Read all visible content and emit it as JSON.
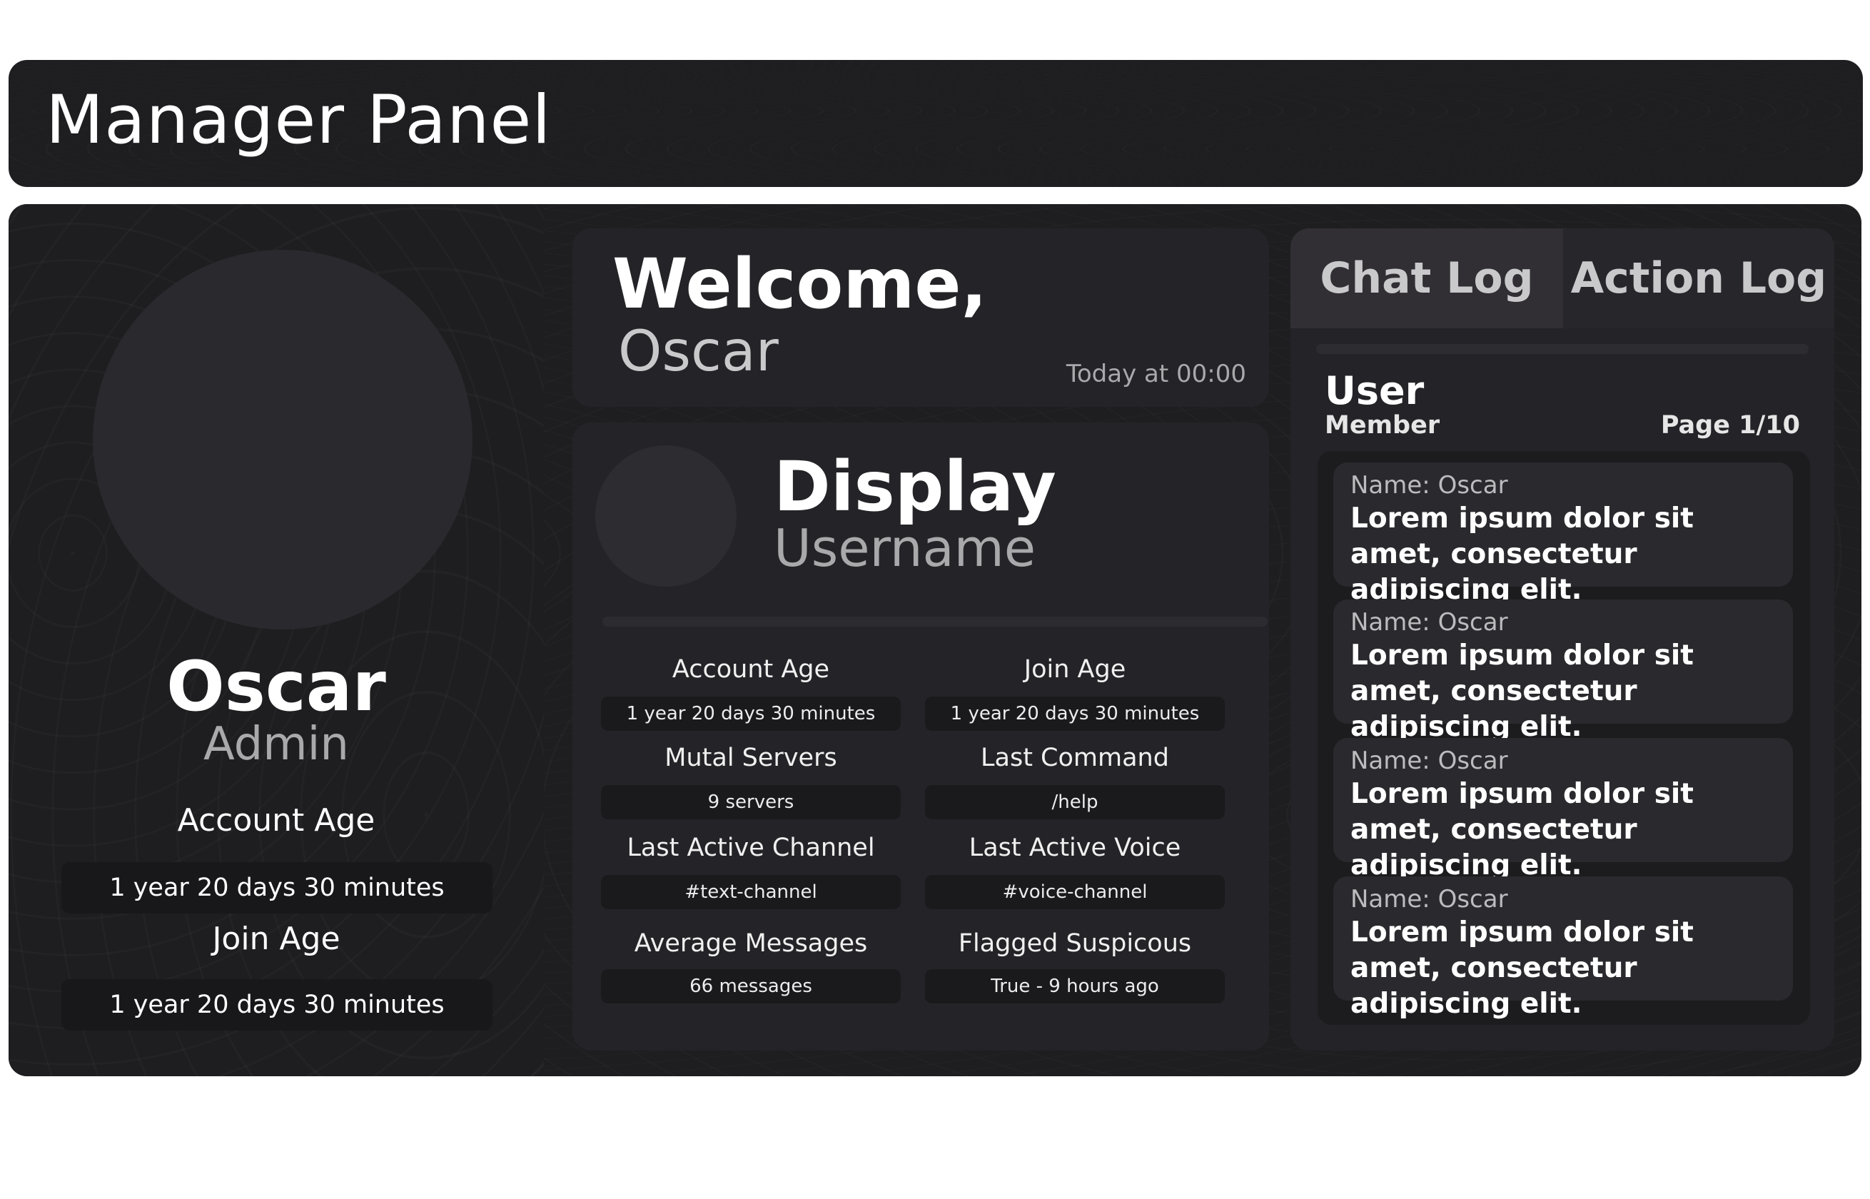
{
  "header": {
    "title": "Manager Panel"
  },
  "profile": {
    "name": "Oscar",
    "role": "Admin",
    "account_age_label": "Account Age",
    "account_age_value": "1 year 20 days 30 minutes",
    "join_age_label": "Join Age",
    "join_age_value": "1 year 20 days 30 minutes"
  },
  "welcome": {
    "title": "Welcome,",
    "name": "Oscar",
    "time": "Today at 00:00"
  },
  "display": {
    "name": "Display",
    "username": "Username",
    "stats": [
      {
        "label": "Account Age",
        "value": "1 year 20 days 30 minutes"
      },
      {
        "label": "Join Age",
        "value": "1 year 20 days 30 minutes"
      },
      {
        "label": "Mutal Servers",
        "value": "9 servers"
      },
      {
        "label": "Last Command",
        "value": "/help"
      },
      {
        "label": "Last Active Channel",
        "value": "#text-channel"
      },
      {
        "label": "Last Active Voice",
        "value": "#voice-channel"
      },
      {
        "label": "Average Messages",
        "value": "66 messages"
      },
      {
        "label": "Flagged Suspicous",
        "value": "True - 9 hours ago"
      }
    ]
  },
  "log": {
    "tabs": [
      {
        "label": "Chat Log"
      },
      {
        "label": "Action Log"
      }
    ],
    "user": "User",
    "role": "Member",
    "page": "Page 1/10",
    "messages": [
      {
        "name": "Name: Oscar",
        "text": "Lorem ipsum dolor sit amet, consectetur adipiscing elit."
      },
      {
        "name": "Name: Oscar",
        "text": "Lorem ipsum dolor sit amet, consectetur adipiscing elit."
      },
      {
        "name": "Name: Oscar",
        "text": "Lorem ipsum dolor sit amet, consectetur adipiscing elit."
      },
      {
        "name": "Name: Oscar",
        "text": "Lorem ipsum dolor sit amet, consectetur adipiscing elit."
      }
    ]
  }
}
